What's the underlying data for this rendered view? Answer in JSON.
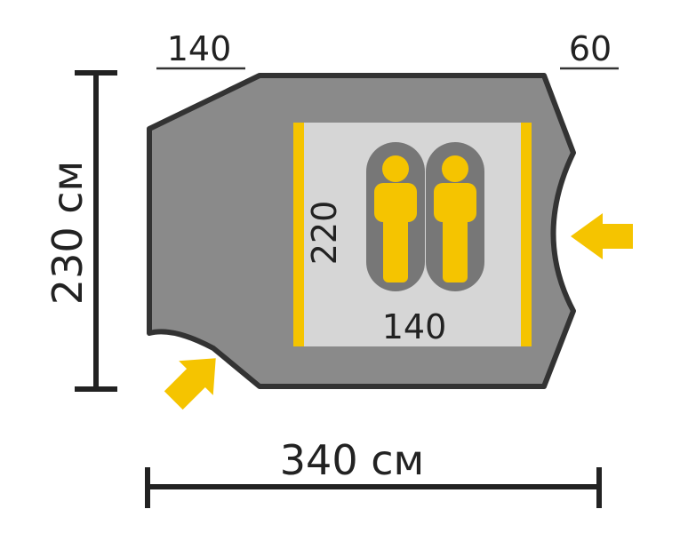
{
  "labels": {
    "vestibule_left": "140",
    "vestibule_right": "60",
    "height": "230 см",
    "width": "340 см",
    "inner_length": "220",
    "inner_width": "140"
  },
  "colors": {
    "outline": "#333333",
    "tent_floor": "#8a8a8a",
    "inner_room": "#d6d6d6",
    "accent": "#f5c400",
    "sleeping_bag": "#777777",
    "background": "#ffffff"
  },
  "icons": [
    "sleeping-person-icon",
    "entrance-arrow-icon"
  ]
}
